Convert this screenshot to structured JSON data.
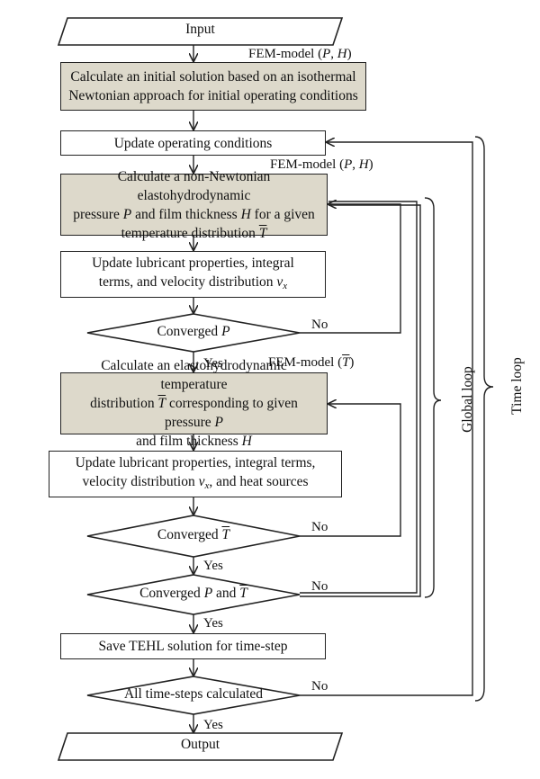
{
  "nodes": {
    "input": "Input",
    "initial_solution": [
      "Calculate an initial solution based on an isothermal",
      "Newtonian approach for initial operating conditions"
    ],
    "update_operating": "Update operating conditions",
    "calc_non_newtonian": {
      "line1": "Calculate a non-Newtonian elastohydrodynamic",
      "line2_a": "pressure ",
      "line2_P": "P",
      "line2_b": " and film thickness ",
      "line2_H": "H",
      "line2_c": " for a given",
      "line3_a": "temperature distribution ",
      "line3_T": "T"
    },
    "update_props_1": {
      "line1": "Update lubricant properties, integral",
      "line2_a": "terms, and velocity distribution ",
      "line2_v": "v",
      "line2_sub": "x"
    },
    "converged_p": {
      "text": "Converged ",
      "var": "P"
    },
    "calc_temperature": {
      "line1": "Calculate an elastohydrodynamic temperature",
      "line2_a": "distribution ",
      "line2_T": "T",
      "line2_b": " corresponding to given pressure ",
      "line2_P": "P",
      "line3_a": "and film thickness ",
      "line3_H": "H"
    },
    "update_props_2": {
      "line1": "Update lubricant properties, integral terms,",
      "line2_a": "velocity distribution ",
      "line2_v": "v",
      "line2_sub": "x",
      "line2_b": ", and heat sources"
    },
    "converged_t": {
      "text": "Converged ",
      "var": "T"
    },
    "converged_pt": {
      "text": "Converged ",
      "var1": "P",
      "mid": " and ",
      "var2": "T"
    },
    "save_solution": "Save TEHL solution for time-step",
    "all_timesteps": "All time-steps calculated",
    "output": "Output"
  },
  "annotations": {
    "fem_ph_1": {
      "a": "FEM-model (",
      "P": "P",
      "sep": ", ",
      "H": "H",
      "b": ")"
    },
    "fem_ph_2": {
      "a": "FEM-model (",
      "P": "P",
      "sep": ", ",
      "H": "H",
      "b": ")"
    },
    "fem_t": {
      "a": "FEM-model (",
      "T": "T",
      "b": ")"
    }
  },
  "branch_labels": {
    "yes": "Yes",
    "no": "No"
  },
  "loops": {
    "global": "Global loop",
    "time": "Time loop"
  }
}
